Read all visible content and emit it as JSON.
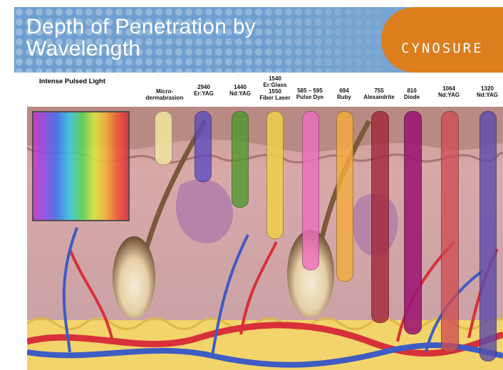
{
  "header": {
    "title": "Depth of Penetration by\nWavelength",
    "brand": "CYNOSURE"
  },
  "ipl_label": "Intense Pulsed Light",
  "columns": [
    {
      "label": "Micro-\ndermabrasion",
      "color": "#f2e6a0"
    },
    {
      "label": "2940\nEr:YAG",
      "color": "#5b4cc0"
    },
    {
      "label": "1440\nNd:YAG",
      "color": "#4f9a2e"
    },
    {
      "label": "1540\nEr:Glass\n1550\nFiber Laser",
      "color": "#f1d04a"
    },
    {
      "label": "585 – 595\nPulse Dye",
      "color": "#ee6fbf"
    },
    {
      "label": "694\nRuby",
      "color": "#f5ac3c"
    },
    {
      "label": "755\nAlexandrite",
      "color": "#a22a3c"
    },
    {
      "label": "810\nDiode",
      "color": "#9d1772"
    },
    {
      "label": "1064\nNd:YAG",
      "color": "#cf4d52"
    },
    {
      "label": "1320\nNd:YAG",
      "color": "#5c4cab"
    }
  ],
  "colors": {
    "banner": "#6f9fd0",
    "brand_panel": "#dc7d1e",
    "skin_surface": "#d49a9a",
    "dermis": "#c9a0a6",
    "fat": "#f2d46a",
    "artery": "#d8303a",
    "vein": "#3e5cc4"
  }
}
